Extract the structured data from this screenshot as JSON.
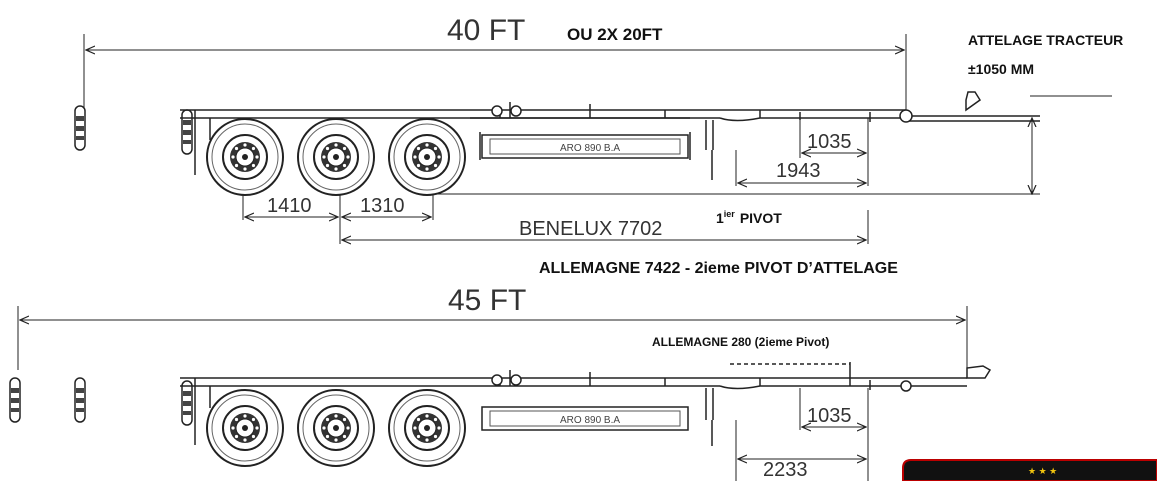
{
  "top": {
    "length_label": "40 FT",
    "alt_label": "OU 2X 20FT",
    "coupling_title": "ATTELAGE TRACTEUR",
    "coupling_height": "±1050 MM",
    "dim_1035": "1035",
    "dim_1943": "1943",
    "dim_1410": "1410",
    "dim_1310": "1310",
    "benelux": "BENELUX 7702",
    "pivot_num": "1",
    "pivot_sup": "ier",
    "pivot_word": "PIVOT",
    "plate_text": "ARO 890 B.A"
  },
  "middle_label": "ALLEMAGNE 7422 -  2ieme PIVOT D’ATTELAGE",
  "bottom": {
    "length_label": "45 FT",
    "allemagne_280": "ALLEMAGNE 280 (2ieme Pivot)",
    "dim_1035": "1035",
    "dim_2233": "2233",
    "plate_text": "ARO 890 B.A"
  },
  "colors": {
    "line": "#222222",
    "text": "#333333",
    "badge": "#111111",
    "badge_star": "#f1c40f"
  }
}
